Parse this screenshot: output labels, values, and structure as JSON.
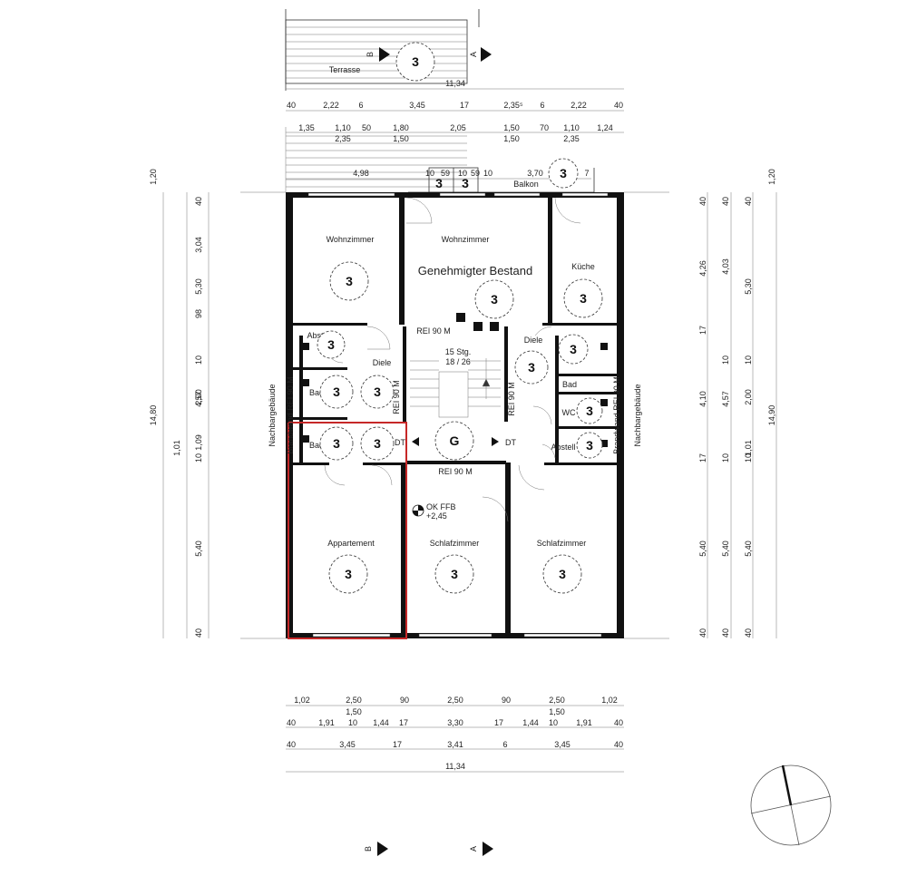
{
  "title": "Genehmigter Bestand",
  "rooms": {
    "terrasse": "Terrasse",
    "balkon": "Balkon",
    "wohnzimmer_left": "Wohnzimmer",
    "wohnzimmer_center": "Wohnzimmer",
    "kueche": "Küche",
    "abstell_left": "Abstell",
    "diele_left": "Diele",
    "bad_left_upper": "Bad",
    "bad_left_lower": "Bad",
    "diele_right": "Diele",
    "bad_right": "Bad",
    "wc": "WC",
    "abstell_right": "Abstell",
    "appartement": "Appartement",
    "schlafzimmer_center": "Schlafzimmer",
    "schlafzimmer_right": "Schlafzimmer"
  },
  "markers": {
    "room_number": "3",
    "stair_marker": "G",
    "dt_left": "DT",
    "dt_right": "DT",
    "section_a": "A",
    "section_b": "B"
  },
  "labels": {
    "rei_top": "REI 90 M",
    "rei_bottom": "REI 90 M",
    "rei_center_left": "REI 90 M",
    "rei_center_right": "REI 90 M",
    "brandwand_left": "Brandwand REI 90 M",
    "brandwand_right": "Brandwand REI 90 M",
    "nachbar_left": "Nachbargebäude",
    "nachbar_right": "Nachbargebäude",
    "stairs_line1": "15 Stg.",
    "stairs_line2": "18 / 26",
    "level_line1": "OK FFB",
    "level_line2": "+2,45"
  },
  "dims_top": {
    "overall": "11,34",
    "row1": [
      "40",
      "2,22",
      "6",
      "3,45",
      "17",
      "2,35⁵",
      "6",
      "2,22",
      "40"
    ],
    "row2": [
      "1,35",
      "1,10",
      "50",
      "1,80",
      "2,05",
      "1,50",
      "70",
      "1,10",
      "1,24"
    ],
    "row2b": [
      "2,35",
      "1,50",
      "1,50",
      "2,35"
    ],
    "balcony": [
      "4,98",
      "10",
      "59",
      "10",
      "59",
      "10",
      "3,70",
      "7"
    ]
  },
  "dims_bottom": {
    "row1": [
      "1,02",
      "2,50",
      "90",
      "2,50",
      "90",
      "2,50",
      "1,02"
    ],
    "row1b": [
      "1,50",
      "1,50"
    ],
    "row2": [
      "40",
      "1,91",
      "10",
      "1,44",
      "17",
      "3,30",
      "17",
      "1,44",
      "10",
      "1,91",
      "40"
    ],
    "row3": [
      "40",
      "3,45",
      "17",
      "3,41",
      "6",
      "3,45",
      "40"
    ],
    "overall": "11,34"
  },
  "dims_left": {
    "outer": [
      "1,20",
      "14,80"
    ],
    "col_a": [
      "40",
      "5,30",
      "10",
      "2,00",
      "10",
      "5,40",
      "40"
    ],
    "col_b": [
      "3,04",
      "98",
      "4,57",
      "1,09"
    ],
    "col_c": [
      "1,01"
    ]
  },
  "dims_right": {
    "outer": [
      "1,20",
      "14,90"
    ],
    "col_a": [
      "40",
      "5,30",
      "10",
      "2,00",
      "10",
      "5,40",
      "40"
    ],
    "col_b": [
      "40",
      "4,03",
      "10",
      "4,57",
      "10",
      "5,40",
      "40"
    ],
    "col_c": [
      "40",
      "4,26",
      "17",
      "4,10",
      "17",
      "5,40",
      "40"
    ],
    "col_d": [
      "1,01"
    ]
  }
}
